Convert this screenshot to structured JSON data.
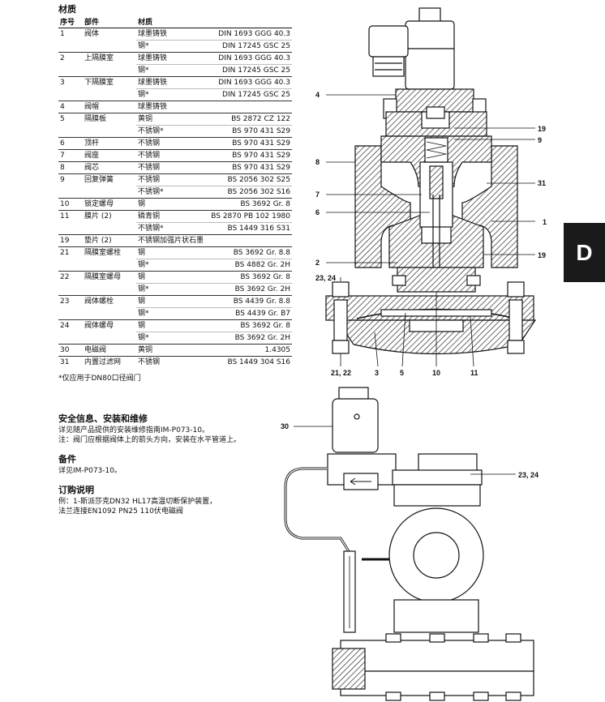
{
  "materials": {
    "title": "材质",
    "headers": [
      "序号",
      "部件",
      "材质"
    ],
    "groups": [
      {
        "no": "1",
        "part": "阀体",
        "rows": [
          [
            "球墨铸铁",
            "DIN 1693 GGG 40.3"
          ],
          [
            "钢*",
            "DIN 17245 GSC 25"
          ]
        ]
      },
      {
        "no": "2",
        "part": "上隔膜室",
        "rows": [
          [
            "球墨铸铁",
            "DIN 1693 GGG 40.3"
          ],
          [
            "钢*",
            "DIN 17245 GSC 25"
          ]
        ]
      },
      {
        "no": "3",
        "part": "下隔膜室",
        "rows": [
          [
            "球墨铸铁",
            "DIN 1693 GGG 40.3"
          ],
          [
            "钢*",
            "DIN 17245 GSC 25"
          ]
        ]
      },
      {
        "no": "4",
        "part": "阀帽",
        "rows": [
          [
            "球墨铸铁",
            ""
          ]
        ]
      },
      {
        "no": "5",
        "part": "隔膜板",
        "rows": [
          [
            "黄铜",
            "BS 2872 CZ 122"
          ],
          [
            "不锈钢*",
            "BS 970 431 S29"
          ]
        ]
      },
      {
        "no": "6",
        "part": "顶杆",
        "rows": [
          [
            "不锈钢",
            "BS 970 431 S29"
          ]
        ]
      },
      {
        "no": "7",
        "part": "阀座",
        "rows": [
          [
            "不锈钢",
            "BS 970 431 S29"
          ]
        ]
      },
      {
        "no": "8",
        "part": "阀芯",
        "rows": [
          [
            "不锈钢",
            "BS 970 431 S29"
          ]
        ]
      },
      {
        "no": "9",
        "part": "回复弹簧",
        "rows": [
          [
            "不锈钢",
            "BS 2056 302 S25"
          ],
          [
            "不锈钢*",
            "BS 2056 302 S16"
          ]
        ]
      },
      {
        "no": "10",
        "part": "锁定螺母",
        "rows": [
          [
            "钢",
            "BS 3692 Gr. 8"
          ]
        ]
      },
      {
        "no": "11",
        "part": "膜片 (2)",
        "rows": [
          [
            "磷青铜",
            "BS 2870 PB 102 1980"
          ],
          [
            "不锈钢*",
            "BS 1449 316 S31"
          ]
        ]
      },
      {
        "no": "19",
        "part": "垫片 (2)",
        "rows": [
          [
            "不锈钢加强片状石墨",
            ""
          ]
        ]
      },
      {
        "no": "21",
        "part": "隔膜室螺栓",
        "rows": [
          [
            "钢",
            "BS 3692 Gr. 8.8"
          ],
          [
            "钢*",
            "BS 4882 Gr. 2H"
          ]
        ]
      },
      {
        "no": "22",
        "part": "隔膜室螺母",
        "rows": [
          [
            "钢",
            "BS 3692 Gr. 8"
          ],
          [
            "钢*",
            "BS 3692 Gr. 2H"
          ]
        ]
      },
      {
        "no": "23",
        "part": "阀体螺栓",
        "rows": [
          [
            "钢",
            "BS 4439 Gr. 8.8"
          ],
          [
            "钢*",
            "BS 4439 Gr. B7"
          ]
        ]
      },
      {
        "no": "24",
        "part": "阀体螺母",
        "rows": [
          [
            "钢",
            "BS 3692 Gr. 8"
          ],
          [
            "钢*",
            "BS 3692 Gr. 2H"
          ]
        ]
      },
      {
        "no": "30",
        "part": "电磁阀",
        "rows": [
          [
            "黄铜",
            "1.4305"
          ]
        ]
      },
      {
        "no": "31",
        "part": "内置过滤网",
        "rows": [
          [
            "不锈钢",
            "BS 1449 304 S16"
          ]
        ]
      }
    ],
    "footnote": "*仅应用于DN80口径阀门"
  },
  "safety": {
    "title": "安全信息、安装和维修",
    "line1": "详见随产品提供的安装维修指南IM-P073-10。",
    "line2": "注：阀门应根据阀体上的箭头方向，安装在水平管道上。"
  },
  "spares": {
    "title": "备件",
    "line1": "详见IM-P073-10。"
  },
  "ordering": {
    "title": "订购说明",
    "line1": "例：1-斯派莎克DN32 HL17高温切断保护装置，",
    "line2": "法兰连接EN1092 PN25 110伏电磁阀"
  },
  "section_tab": "D",
  "callouts_top": {
    "c4": "4",
    "c19a": "19",
    "c9": "9",
    "c8": "8",
    "c31": "31",
    "c7": "7",
    "c6": "6",
    "c1": "1",
    "c2": "2",
    "c19b": "19",
    "c2324": "23, 24",
    "c2122": "21, 22",
    "c3": "3",
    "c5": "5",
    "c10": "10",
    "c11": "11"
  },
  "callouts_bottom": {
    "c30": "30",
    "c2324": "23, 24"
  },
  "colors": {
    "hatch": "#444444",
    "ink": "#111111",
    "tab_bg": "#1a1a1a"
  }
}
